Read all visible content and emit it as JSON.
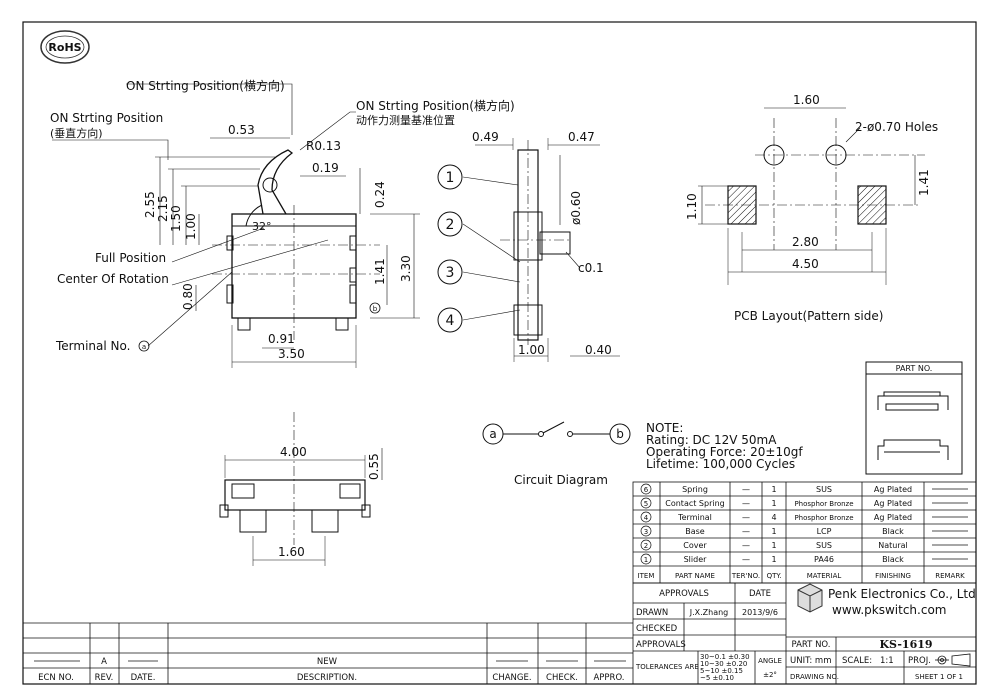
{
  "badge": {
    "logo": "RoHS"
  },
  "side_view": {
    "callout_on_pos_h": "ON Strting Position(横方向)",
    "callout_on_pos_v1": "ON Strting Position",
    "callout_on_pos_v2": "(垂直方向)",
    "callout_on_pos_ref1": "ON Strting Position(横方向)",
    "callout_on_pos_ref2": "动作力测量基准位置",
    "full_position": "Full Position",
    "center_of_rotation": "Center Of Rotation",
    "terminal_no": "Terminal No.",
    "terminal_a": "a",
    "terminal_b": "b",
    "dims": {
      "d053": "0.53",
      "r013": "R0.13",
      "d019": "0.19",
      "d255": "2.55",
      "d215": "2.15",
      "d150": "1.50",
      "d100": "1.00",
      "d024": "0.24",
      "d141": "1.41",
      "d330": "3.30",
      "d080": "0.80",
      "d091": "0.91",
      "d350": "3.50",
      "angle": "32°"
    }
  },
  "front_view": {
    "balloons": [
      "1",
      "2",
      "3",
      "4"
    ],
    "dims": {
      "d049": "0.49",
      "d047": "0.47",
      "d060": "ø0.60",
      "c01": "c0.1",
      "d100": "1.00",
      "d040": "0.40"
    }
  },
  "pcb": {
    "holes": "2-ø0.70 Holes",
    "caption": "PCB Layout(Pattern side)",
    "dims": {
      "d160": "1.60",
      "d141": "1.41",
      "d110": "1.10",
      "d280": "2.80",
      "d450": "4.50"
    }
  },
  "bottom_view": {
    "dims": {
      "d400": "4.00",
      "d055": "0.55",
      "d160": "1.60"
    }
  },
  "circuit": {
    "caption": "Circuit Diagram",
    "a": "a",
    "b": "b"
  },
  "notes": {
    "title": "NOTE:",
    "lines": [
      "Rating: DC 12V 50mA",
      "Operating Force: 20±10gf",
      "Lifetime:  100,000 Cycles"
    ]
  },
  "part_no_box": {
    "title": "PART NO."
  },
  "bom": {
    "headers": [
      "ITEM",
      "PART NAME",
      "TER'NO.",
      "QTY.",
      "MATERIAL",
      "FINISHING",
      "REMARK"
    ],
    "rows": [
      {
        "item": "6",
        "name": "Spring",
        "ter": "—",
        "qty": "1",
        "material": "SUS",
        "finishing": "Ag Plated"
      },
      {
        "item": "5",
        "name": "Contact Spring",
        "ter": "—",
        "qty": "1",
        "material": "Phosphor Bronze",
        "finishing": "Ag Plated"
      },
      {
        "item": "4",
        "name": "Terminal",
        "ter": "—",
        "qty": "4",
        "material": "Phosphor Bronze",
        "finishing": "Ag Plated"
      },
      {
        "item": "3",
        "name": "Base",
        "ter": "—",
        "qty": "1",
        "material": "LCP",
        "finishing": "Black"
      },
      {
        "item": "2",
        "name": "Cover",
        "ter": "—",
        "qty": "1",
        "material": "SUS",
        "finishing": "Natural"
      },
      {
        "item": "1",
        "name": "Slider",
        "ter": "—",
        "qty": "1",
        "material": "PA46",
        "finishing": "Black"
      }
    ]
  },
  "title_block": {
    "approvals": "APPROVALS",
    "date": "DATE",
    "drawn": "DRAWN",
    "drawn_by": "J.X.Zhang",
    "drawn_date": "2013/9/6",
    "checked": "CHECKED",
    "approvals2": "APPROVALS",
    "company": "Penk Electronics Co., Ltd",
    "website": "www.pkswitch.com",
    "part_no_label": "PART NO.",
    "part_no": "KS-1619",
    "tolerances": "TOLERANCES ARE",
    "tol_rows": [
      "30~0.1 ±0.30",
      "10~30 ±0.20",
      "5~10 ±0.15",
      "~5 ±0.10"
    ],
    "angle": "ANGLE",
    "angle_val": "±2°",
    "unit": "UNIT: mm",
    "scale": "SCALE:",
    "scale_val": "1:1",
    "proj": "PROJ.",
    "drawing_no": "DRAWING NO.",
    "sheet": "SHEET  1 OF 1"
  },
  "revision": {
    "rev": "A",
    "new": "NEW",
    "headers": [
      "ECN NO.",
      "REV.",
      "DATE.",
      "DESCRIPTION.",
      "CHANGE.",
      "CHECK.",
      "APPRO."
    ]
  }
}
